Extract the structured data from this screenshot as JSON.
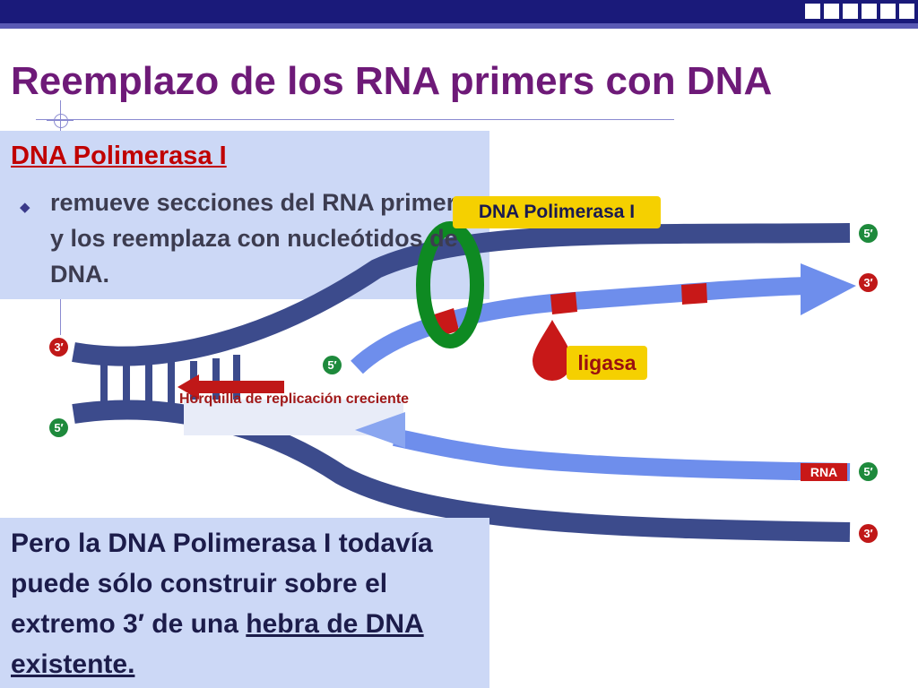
{
  "title": "Reemplazo de los RNA primers con DNA",
  "box1": {
    "heading": "DNA Polimerasa I",
    "bullet": "remueve secciones del RNA primer y los reemplaza con nucleótidos de DNA."
  },
  "box2": {
    "text": "Pero la DNA Polimerasa I todavía puede sólo construir sobre el extremo 3′ de una",
    "link": "hebra de DNA existente."
  },
  "labels": {
    "polimerasa": "DNA Polimerasa I",
    "ligasa": "ligasa",
    "fork": "Horquilla de replicación creciente",
    "rna": "RNA"
  },
  "ends": {
    "left_top": "3′",
    "left_bottom": "5′",
    "lagging_start": "5′",
    "top_right": "5′",
    "leading_right": "3′",
    "rna_right": "5′",
    "bottom_right": "3′"
  },
  "colors": {
    "template_strand": "#3c4b8c",
    "new_strand": "#6e8eec",
    "polymerase": "#0e8a22",
    "rna_segment": "#c81818",
    "title": "#6e1a78",
    "highlight": "#f5d000"
  }
}
